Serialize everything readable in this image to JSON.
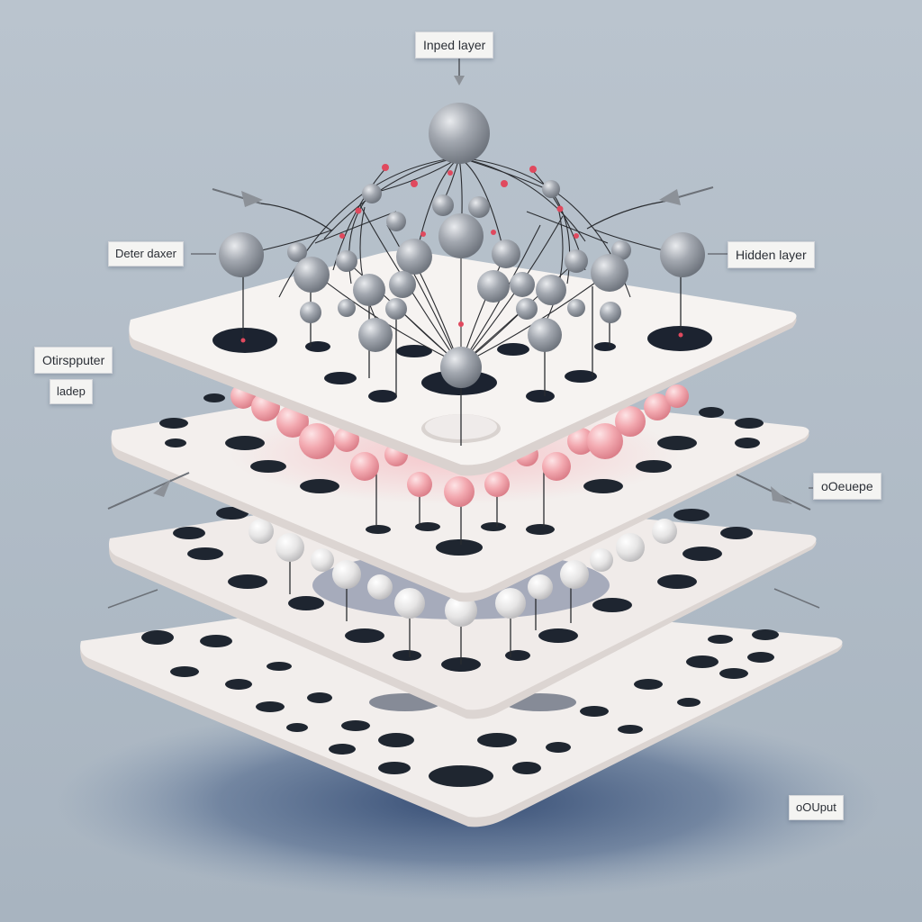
{
  "colors": {
    "background_top": "#b9c3cd",
    "background_bottom": "#a9b5c1",
    "plate": "#f3f0ee",
    "plate_edge": "#ddd6d3",
    "gray_node": "#8d939c",
    "pink_node": "#f2a6ad",
    "light_node": "#e4e3e3",
    "connection_line": "#2a2c30",
    "accent_dot": "#e0495e"
  },
  "labels": {
    "input_layer": "Inped layer",
    "left_layer": "Deter daxer",
    "hidden_layer": "Hidden layer",
    "left_output_line1": "Otirspputer",
    "left_output_line2": "ladep",
    "right_middle": "oOeuepe",
    "output": "oOUput"
  },
  "icons": {
    "arrow": "arrow-icon",
    "node": "sphere-node",
    "hole": "plate-hole"
  }
}
